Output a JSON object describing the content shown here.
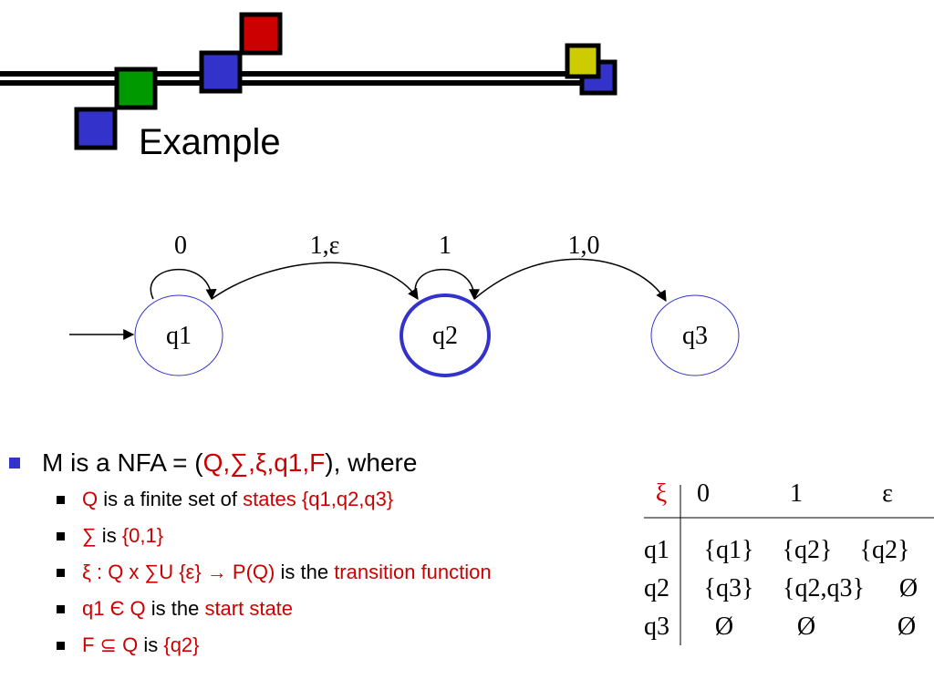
{
  "slide": {
    "title": "Example"
  },
  "colors": {
    "accent_blue": "#3333cc",
    "red": "#cc0000",
    "green": "#009900",
    "yellow": "#cccc00",
    "state_stroke": "#3333cc"
  },
  "diagram": {
    "states": [
      {
        "label": "q1",
        "start": true,
        "accepting": false
      },
      {
        "label": "q2",
        "start": false,
        "accepting": true
      },
      {
        "label": "q3",
        "start": false,
        "accepting": false
      }
    ],
    "transitions": [
      {
        "from": "q1",
        "to": "q1",
        "label": "0"
      },
      {
        "from": "q1",
        "to": "q2",
        "label": "1,ε"
      },
      {
        "from": "q2",
        "to": "q2",
        "label": "1"
      },
      {
        "from": "q2",
        "to": "q3",
        "label": "1,0"
      }
    ]
  },
  "bullets": {
    "main": {
      "pre": "M is a NFA = (",
      "tuple": "Q,∑,ξ,q1,F",
      "post": "), where"
    },
    "items": [
      {
        "a": "Q",
        "b": " is a finite set of ",
        "c": "states {q1,q2,q3}"
      },
      {
        "a": "∑",
        "b": " is ",
        "c": "{0,1}"
      },
      {
        "a": "ξ : Q x ∑U {ε}  P(Q)",
        "b": " is the ",
        "c": "transition function"
      },
      {
        "a": "q1 Є Q",
        "b": " is the ",
        "c": "start state"
      },
      {
        "a": "F ⊆ Q",
        "b": " is ",
        "c": "{q2}"
      }
    ]
  },
  "transition_table": {
    "symbol": "ξ",
    "columns": [
      "0",
      "1",
      "ε"
    ],
    "rows": [
      {
        "state": "q1",
        "cells": [
          "{q1}",
          "{q2}",
          "{q2}"
        ]
      },
      {
        "state": "q2",
        "cells": [
          "{q3}",
          "{q2,q3}",
          "Ø"
        ]
      },
      {
        "state": "q3",
        "cells": [
          "Ø",
          "Ø",
          "Ø"
        ]
      }
    ]
  }
}
